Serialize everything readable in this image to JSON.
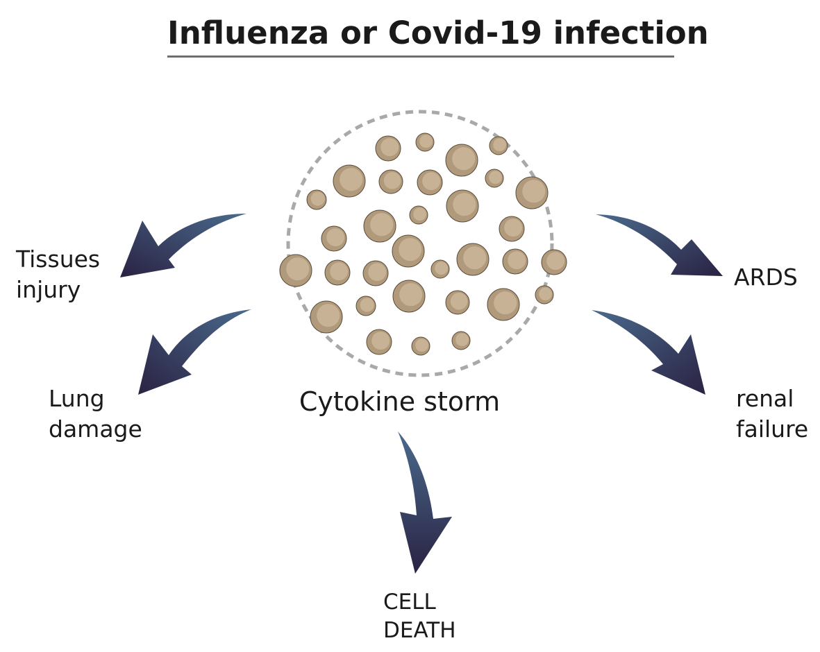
{
  "title": "Influenza or Covid-19 infection",
  "center_label": "Cytokine storm",
  "outcomes": {
    "tissues_injury": [
      "Tissues",
      "injury"
    ],
    "lung_damage": [
      "Lung",
      "damage"
    ],
    "ards": [
      "ARDS"
    ],
    "renal_failure": [
      "renal",
      "failure"
    ],
    "cell_death": [
      "CELL",
      "DEATH"
    ]
  },
  "colors": {
    "arrow_dark": "#2c2547",
    "arrow_light": "#3f5a78",
    "particle_fill": "#b09a7b",
    "particle_highlight": "#c7b295",
    "particle_stroke": "#5a4a38",
    "dashed_circle": "#a9a9a9",
    "title_rule": "#6e6e6e"
  }
}
